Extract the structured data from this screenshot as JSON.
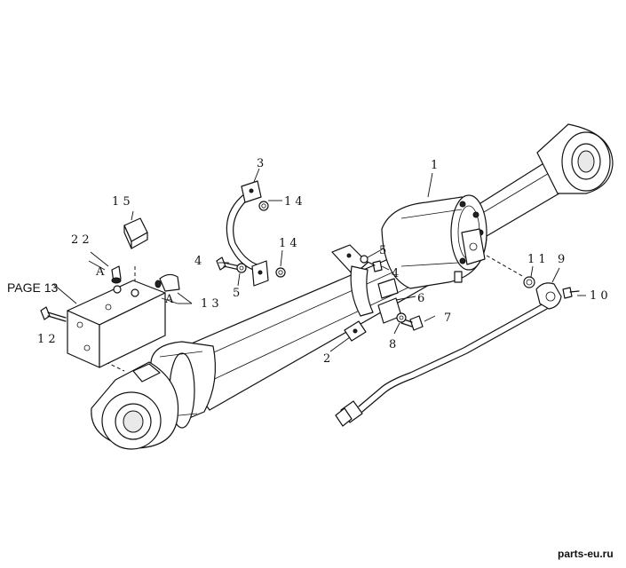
{
  "labels": {
    "l1": "1",
    "l2": "2",
    "l3": "3",
    "l4a": "4",
    "l4b": "4",
    "l5a": "5",
    "l5b": "5",
    "l6": "6",
    "l7": "7",
    "l8": "8",
    "l9": "9",
    "l10": "1 0",
    "l11": "1 1",
    "l12": "1 2",
    "l13": "1 3",
    "l14a": "1 4",
    "l14b": "1 4",
    "l15": "1 5",
    "l22": "2 2",
    "lA1": "A",
    "lA2": "A"
  },
  "page_ref": "PAGE 13",
  "watermark": "parts-eu.ru"
}
